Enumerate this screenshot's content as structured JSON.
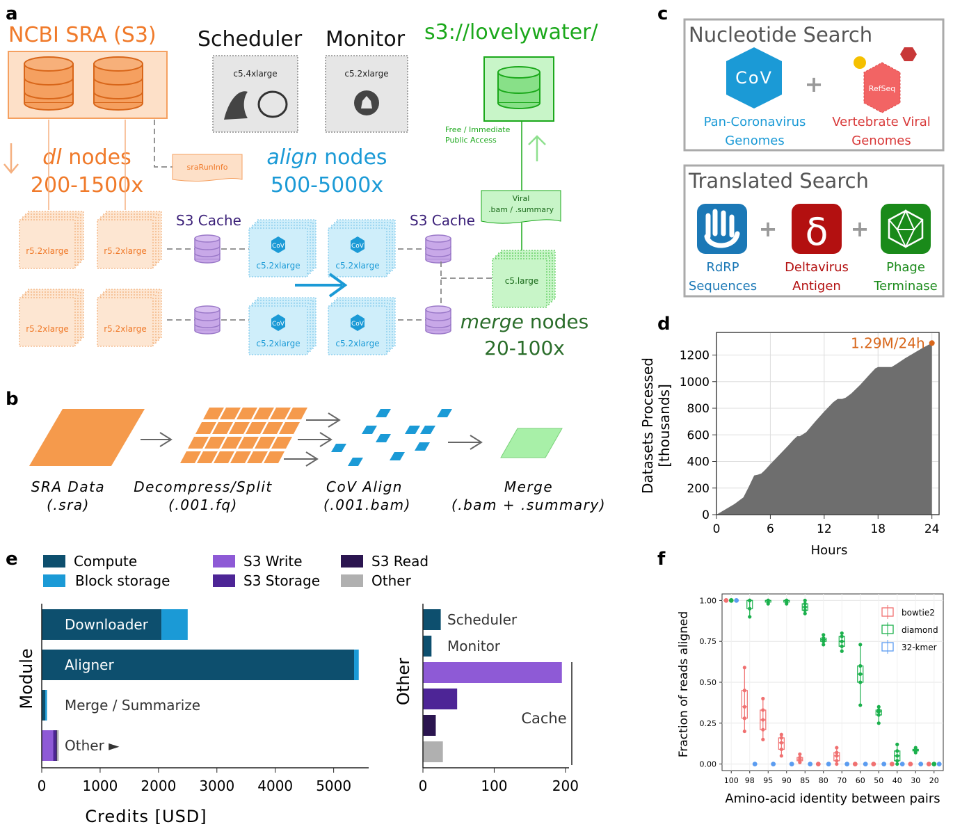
{
  "panel_letters": {
    "a": "a",
    "b": "b",
    "c": "c",
    "d": "d",
    "e": "e",
    "f": "f"
  },
  "panel_a": {
    "ncbi_title": "NCBI SRA (S3)",
    "scheduler_title": "Scheduler",
    "monitor_title": "Monitor",
    "bucket_title": "s3://lovelywater/",
    "scheduler_instance": "c5.4xlarge",
    "monitor_instance": "c5.2xlarge",
    "public_access_line1": "Free / Immediate",
    "public_access_line2": "Public Access",
    "dl_nodes_word": "dl",
    "nodes_word": " nodes",
    "dl_count": "200-1500x",
    "align_nodes_word": "align",
    "align_count": "500-5000x",
    "merge_nodes_word": "merge",
    "merge_count": "20-100x",
    "sra_run_info": "sraRunInfo",
    "viral_line1": "Viral",
    "viral_line2": ".bam / .summary",
    "s3_cache_label": "S3 Cache",
    "dl_instance": "r5.2xlarge",
    "align_instance": "c5.2xlarge",
    "merge_instance": "c5.large",
    "cov_badge": "CoV"
  },
  "panel_b": {
    "steps": [
      {
        "line1": "SRA Data",
        "line2": "(.sra)"
      },
      {
        "line1": "Decompress/Split",
        "line2": "(.001.fq)"
      },
      {
        "line1": "CoV Align",
        "line2": "(.001.bam)"
      },
      {
        "line1": "Merge",
        "line2": "(.bam + .summary)"
      }
    ]
  },
  "panel_c": {
    "nucleotide_title": "Nucleotide Search",
    "translated_title": "Translated Search",
    "cov_label": "CoV",
    "refseq_label": "RefSeq",
    "plus": "+",
    "pan_cov_line1": "Pan-Coronavirus",
    "pan_cov_line2": "Genomes",
    "vert_line1": "Vertebrate Viral",
    "vert_line2": "Genomes",
    "rdrp_line1": "RdRP",
    "rdrp_line2": "Sequences",
    "delta_symbol": "δ",
    "delta_line1": "Deltavirus",
    "delta_line2": "Antigen",
    "phage_line1": "Phage",
    "phage_line2": "Terminase"
  },
  "colors": {
    "orange": "#f07a2a",
    "blue": "#1b9ad6",
    "green": "#1ba81b",
    "dark_green": "#2a6d2a",
    "purple": "#3a1f78",
    "red": "#d83838",
    "compute": "#0d4f6e",
    "block_storage": "#1b9ad6",
    "s3_write": "#8e5ad6",
    "s3_storage": "#4d2596",
    "s3_read": "#2b1550",
    "other": "#b0b0b0"
  },
  "chart_data": [
    {
      "id": "d",
      "type": "area",
      "xlabel": "Hours",
      "ylabel_line1": "Datasets Processed",
      "ylabel_line2": "[thousands]",
      "x_ticks": [
        0,
        6,
        12,
        18,
        24
      ],
      "y_ticks": [
        0,
        200,
        400,
        600,
        800,
        1000,
        1200
      ],
      "xlim": [
        0,
        24.8
      ],
      "ylim": [
        0,
        1370
      ],
      "grid": true,
      "annotation": "1.29M/24h",
      "x": [
        0,
        1,
        2,
        3,
        3.6,
        4.2,
        4.6,
        5,
        5.4,
        6,
        7,
        8,
        8.6,
        9,
        9.3,
        10,
        11,
        12,
        13,
        13.5,
        14,
        14.4,
        15,
        16,
        17,
        17.7,
        18,
        18.6,
        19.5,
        20,
        21,
        22,
        23,
        24
      ],
      "y": [
        0,
        40,
        80,
        130,
        210,
        295,
        300,
        310,
        335,
        380,
        450,
        520,
        565,
        590,
        590,
        620,
        700,
        775,
        845,
        870,
        870,
        880,
        910,
        975,
        1050,
        1100,
        1110,
        1110,
        1110,
        1130,
        1175,
        1215,
        1255,
        1290
      ]
    },
    {
      "id": "e-left",
      "type": "bar",
      "orientation": "horizontal",
      "stacked": true,
      "xlabel": "Credits [USD]",
      "ylabel": "Module",
      "x_ticks": [
        0,
        1000,
        2000,
        3000,
        4000,
        5000
      ],
      "xlim": [
        0,
        5600
      ],
      "categories": [
        "Downloader",
        "Aligner",
        "Merge / Summarize",
        "Other ►"
      ],
      "series": [
        {
          "name": "Compute",
          "values": [
            2050,
            5350,
            60,
            0
          ]
        },
        {
          "name": "Block storage",
          "values": [
            450,
            80,
            30,
            0
          ]
        },
        {
          "name": "S3 Write",
          "values": [
            0,
            0,
            0,
            195
          ]
        },
        {
          "name": "S3 Storage",
          "values": [
            0,
            0,
            0,
            48
          ]
        },
        {
          "name": "S3 Read",
          "values": [
            0,
            0,
            0,
            18
          ]
        },
        {
          "name": "Other",
          "values": [
            0,
            0,
            0,
            30
          ]
        }
      ],
      "legend": [
        "Compute",
        "Block storage",
        "S3 Write",
        "S3 Storage",
        "S3 Read",
        "Other"
      ],
      "legend_placement": "top"
    },
    {
      "id": "e-right",
      "type": "bar",
      "orientation": "horizontal",
      "ylabel": "Other",
      "x_ticks": [
        0,
        100,
        200
      ],
      "xlim": [
        0,
        205
      ],
      "bars": [
        {
          "label": "Scheduler",
          "value": 25,
          "color": "#0d4f6e"
        },
        {
          "label": "Monitor",
          "value": 12,
          "color": "#0d4f6e"
        },
        {
          "label": "",
          "value": 195,
          "color": "#8e5ad6"
        },
        {
          "label": "",
          "value": 48,
          "color": "#4d2596"
        },
        {
          "label": "",
          "value": 18,
          "color": "#2b1550"
        },
        {
          "label": "",
          "value": 28,
          "color": "#b0b0b0"
        }
      ],
      "bracket_label": "Cache"
    },
    {
      "id": "f",
      "type": "scatter",
      "subtype": "boxplot",
      "xlabel": "Amino-acid identity between pairs",
      "ylabel": "Fraction of reads aligned",
      "categories": [
        "100",
        "98",
        "95",
        "90",
        "85",
        "80",
        "70",
        "60",
        "50",
        "40",
        "30",
        "20"
      ],
      "y_ticks": [
        "0.00",
        "0.25",
        "0.50",
        "0.75",
        "1.00"
      ],
      "ylim": [
        -0.04,
        1.04
      ],
      "grid": true,
      "legend_placement": "top-right",
      "series": [
        {
          "name": "bowtie2",
          "color": "#f07070",
          "boxes": [
            [
              1,
              1,
              1,
              1,
              1
            ],
            [
              0.2,
              0.28,
              0.35,
              0.45,
              0.59
            ],
            [
              0.15,
              0.21,
              0.27,
              0.33,
              0.4
            ],
            [
              0.05,
              0.09,
              0.13,
              0.16,
              0.18
            ],
            [
              0.01,
              0.02,
              0.03,
              0.04,
              0.06
            ],
            [
              0,
              0,
              0,
              0,
              0
            ],
            [
              0,
              0.02,
              0.05,
              0.07,
              0.1
            ],
            [
              0,
              0,
              0,
              0,
              0
            ],
            [
              0,
              0,
              0,
              0,
              0
            ],
            [
              0,
              0,
              0,
              0,
              0
            ],
            [
              0,
              0,
              0,
              0,
              0
            ],
            [
              0,
              0,
              0,
              0,
              0
            ]
          ]
        },
        {
          "name": "diamond",
          "color": "#1bb04c",
          "boxes": [
            [
              1,
              1,
              1,
              1,
              1
            ],
            [
              0.9,
              0.95,
              1,
              1,
              1
            ],
            [
              0.98,
              0.99,
              1,
              1,
              1
            ],
            [
              0.98,
              0.99,
              1,
              1,
              1
            ],
            [
              0.92,
              0.94,
              0.96,
              0.98,
              1
            ],
            [
              0.73,
              0.75,
              0.76,
              0.77,
              0.79
            ],
            [
              0.69,
              0.72,
              0.75,
              0.78,
              0.8
            ],
            [
              0.36,
              0.5,
              0.55,
              0.6,
              0.73
            ],
            [
              0.25,
              0.3,
              0.32,
              0.33,
              0.35
            ],
            [
              0,
              0.02,
              0.05,
              0.08,
              0.12
            ],
            [
              0.07,
              0.08,
              0.085,
              0.09,
              0.1
            ],
            [
              0,
              0,
              0,
              0,
              0
            ]
          ]
        },
        {
          "name": "32-kmer",
          "color": "#5b9cf0",
          "boxes": [
            [
              1,
              1,
              1,
              1,
              1
            ],
            [
              0,
              0,
              0,
              0,
              0
            ],
            [
              0,
              0,
              0,
              0,
              0
            ],
            [
              0,
              0,
              0,
              0,
              0
            ],
            [
              0,
              0,
              0,
              0,
              0
            ],
            [
              0,
              0,
              0,
              0,
              0
            ],
            [
              0,
              0,
              0,
              0,
              0
            ],
            [
              0,
              0,
              0,
              0,
              0
            ],
            [
              0,
              0,
              0,
              0,
              0
            ],
            [
              0,
              0,
              0,
              0,
              0
            ],
            [
              0,
              0,
              0,
              0,
              0
            ],
            [
              0,
              0,
              0,
              0,
              0
            ]
          ]
        }
      ]
    }
  ]
}
